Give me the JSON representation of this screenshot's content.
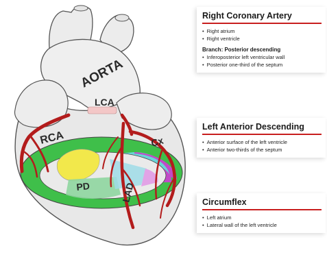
{
  "heart_labels": {
    "aorta": "AORTA",
    "lca": "LCA",
    "rca": "RCA",
    "cx": "Cx",
    "pd": "PD",
    "lad": "LAD"
  },
  "boxes": {
    "rca": {
      "title": "Right Coronary Artery",
      "items": [
        "Right atrium",
        "Right ventricle"
      ],
      "branch_title": "Branch: Posterior descending",
      "branch_items": [
        "Inferoposterior left ventricular wall",
        "Posterior one-third of the septum"
      ]
    },
    "lad": {
      "title": "Left Anterior Descending",
      "items": [
        "Anterior surface of the left ventricle",
        "Anterior two-thirds of the septum"
      ]
    },
    "cx": {
      "title": "Circumflex",
      "items": [
        "Left atrium",
        "Lateral wall of the left ventricle"
      ]
    }
  },
  "colors": {
    "artery": "#b31c1c",
    "rule": "#c81e1e",
    "ring_green": "#3fbf4a",
    "rca_zone_yellow": "#f2e84b",
    "lad_zone_cyan": "#6fd6e8",
    "cx_zone_magenta": "#c24ac8"
  }
}
